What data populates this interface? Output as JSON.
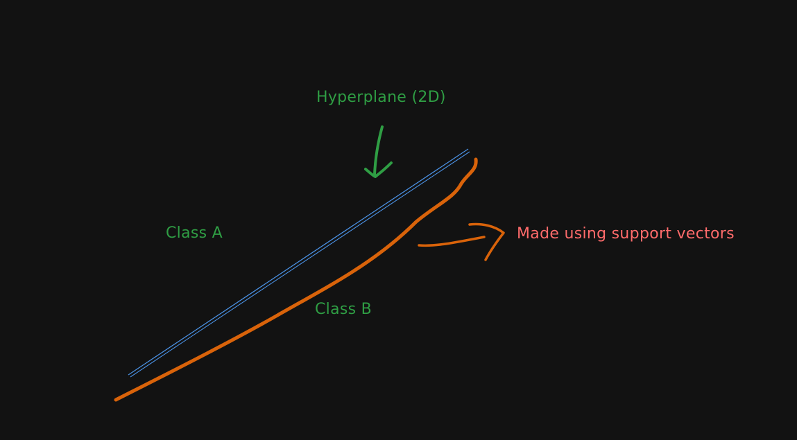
{
  "labels": {
    "hyperplane": "Hyperplane (2D)",
    "class_a": "Class A",
    "class_b": "Class B",
    "support_vectors": "Made using support vectors"
  },
  "colors": {
    "background": "#121212",
    "green_text": "#2f9e44",
    "pink_text": "#ff6b6b",
    "hyperplane_line": "#4a90e2",
    "margin_stroke": "#d9630a"
  }
}
